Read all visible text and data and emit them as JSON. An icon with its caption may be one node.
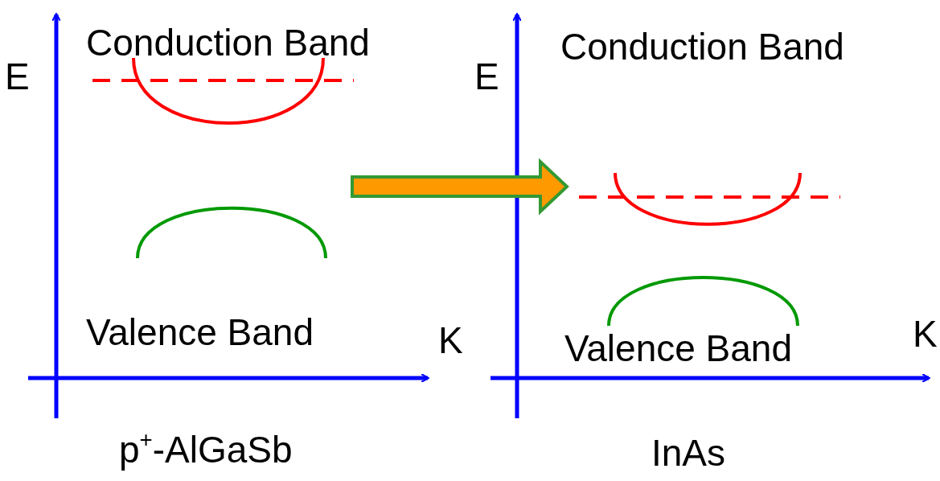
{
  "diagram": {
    "labels": [
      "E",
      "Conduction Band",
      "Valence Band",
      "K",
      "p$^{+}$-AlGaSb",
      "E",
      "Conduction Band",
      "Valence Band",
      "K",
      "InAs"
    ]
  }
}
